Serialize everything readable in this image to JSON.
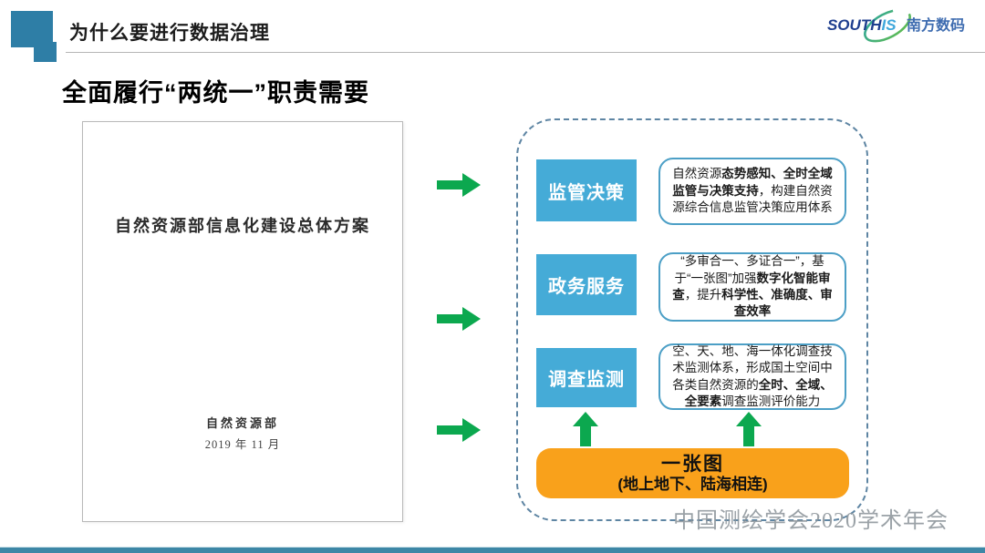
{
  "colors": {
    "accent_square": "#2E7EA6",
    "blue_box": "#45ABD7",
    "white_box_border": "#4C9FC6",
    "green_arrow": "#0CA84F",
    "orange_box": "#F9A11B",
    "dash_border": "#5E85A3",
    "bottom_bar": "#3D87A6"
  },
  "icons": {
    "right_arrow": "arrow-right",
    "up_arrow": "arrow-up",
    "logo_swoosh": "ellipse-swoosh",
    "accent": "overlapping-squares"
  },
  "header": {
    "title": "为什么要进行数据治理"
  },
  "logo": {
    "south": "SOUTH",
    "is": "IS",
    "cn": "南方数码"
  },
  "page_title": "全面履行“两统一”职责需要",
  "document": {
    "title": "自然资源部信息化建设总体方案",
    "author": "自然资源部",
    "date": "2019 年 11 月"
  },
  "rows": [
    {
      "label": "监管决策",
      "segments": [
        {
          "text": "自然资源",
          "bold": false
        },
        {
          "text": "态势感知、全时全域监管与决策支持",
          "bold": true
        },
        {
          "text": "，构建自然资源综合信息监管决策应用体系",
          "bold": false
        }
      ]
    },
    {
      "label": "政务服务",
      "segments": [
        {
          "text": "“多审合一、多证合一”，基于“一张图”加强",
          "bold": false
        },
        {
          "text": "数字化智能审查",
          "bold": true
        },
        {
          "text": "，提升",
          "bold": false
        },
        {
          "text": "科学性、准确度、审查效率",
          "bold": true
        }
      ]
    },
    {
      "label": "调查监测",
      "segments": [
        {
          "text": "空、天、地、海一体化调查技术监测体系，形成国土空间中各类自然资源的",
          "bold": false
        },
        {
          "text": "全时、全域、全要素",
          "bold": true
        },
        {
          "text": "调查监测评价能力",
          "bold": false
        }
      ]
    }
  ],
  "onemap": {
    "title": "一张图",
    "subtitle": "(地上地下、陆海相连)"
  },
  "watermark": "中国测绘学会2020学术年会"
}
